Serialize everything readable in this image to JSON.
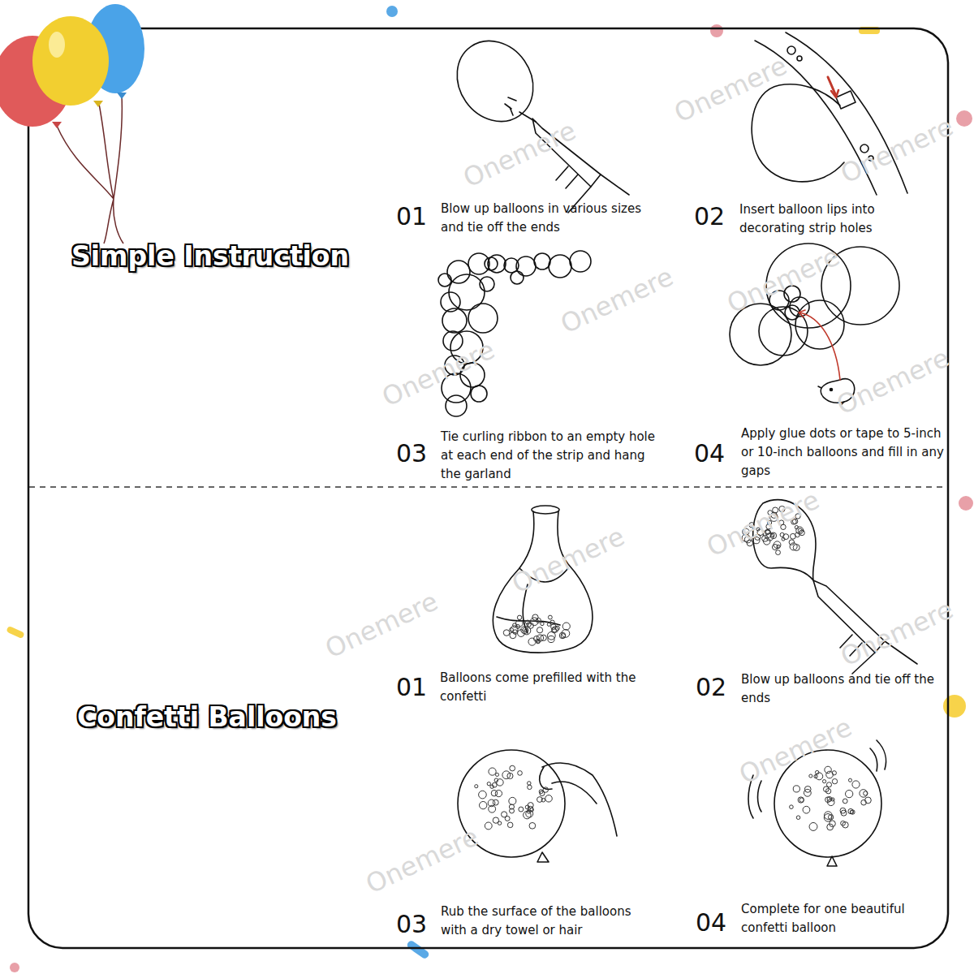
{
  "diagram": {
    "labels": [
      "Simple Instruction",
      "01",
      "Blow up balloons in various sizes and tie off the ends",
      "02",
      "Insert balloon lips into decorating strip holes",
      "03",
      "Tie curling ribbon to an empty hole at each end of the strip and hang the garland",
      "04",
      "Apply glue dots or tape to 5-inch or 10-inch balloons and fill in any gaps",
      "Confetti Balloons",
      "01",
      "Balloons come prefilled with the confetti",
      "02",
      "Blow up balloons and tie off the ends",
      "03",
      "Rub the surface of the balloons with a dry towel or hair",
      "04",
      "Complete for one beautiful confetti balloon",
      "Onemere",
      "Onemere",
      "Onemere",
      "Onemere",
      "Onemere",
      "Onemere",
      "Onemere",
      "Onemere",
      "Onemere",
      "Onemere",
      "Onemere",
      "Onemere",
      "Onemere"
    ]
  }
}
